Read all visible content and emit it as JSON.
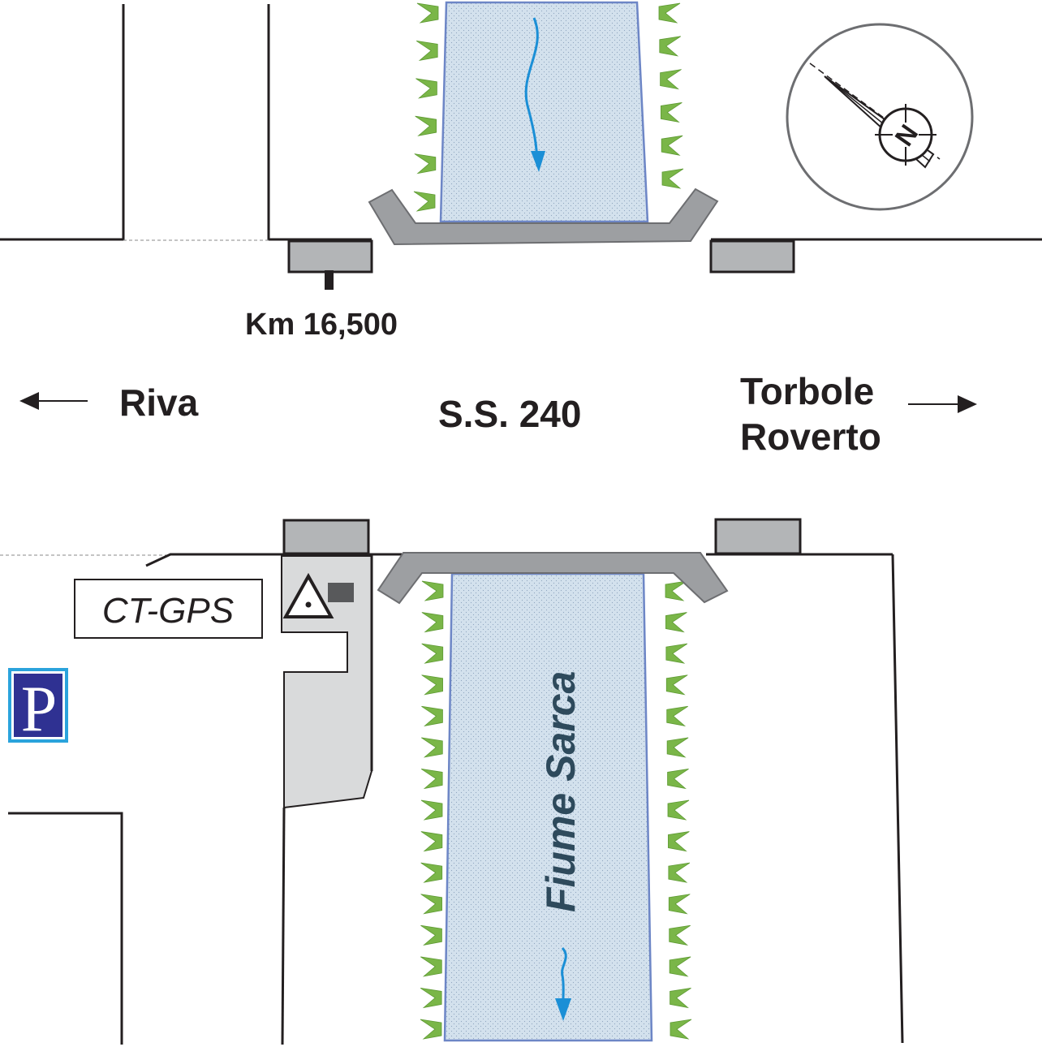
{
  "labels": {
    "km_marker": "Km 16,500",
    "riva": "Riva",
    "road": "S.S. 240",
    "torbole": "Torbole",
    "roverto": "Roverto",
    "river": "Fiume Sarca",
    "station": "CT-GPS",
    "parking": "P",
    "north": "N"
  },
  "colors": {
    "line": "#231f20",
    "river_fill": "#d3e1ed",
    "river_edge": "#6d86c6",
    "flow_arrow": "#1b8fd6",
    "grass": "#7ab648",
    "bridge": "#9d9fa2",
    "block": "#b3b5b7",
    "paved_area": "#d9dadb",
    "parking_bg": "#2f3192",
    "parking_border": "#2aa3dc"
  },
  "icons": {
    "compass": "compass-icon",
    "parking": "parking-icon",
    "survey_point": "survey-triangle-icon",
    "arrow_left": "arrow-left-icon",
    "arrow_right": "arrow-right-icon"
  }
}
